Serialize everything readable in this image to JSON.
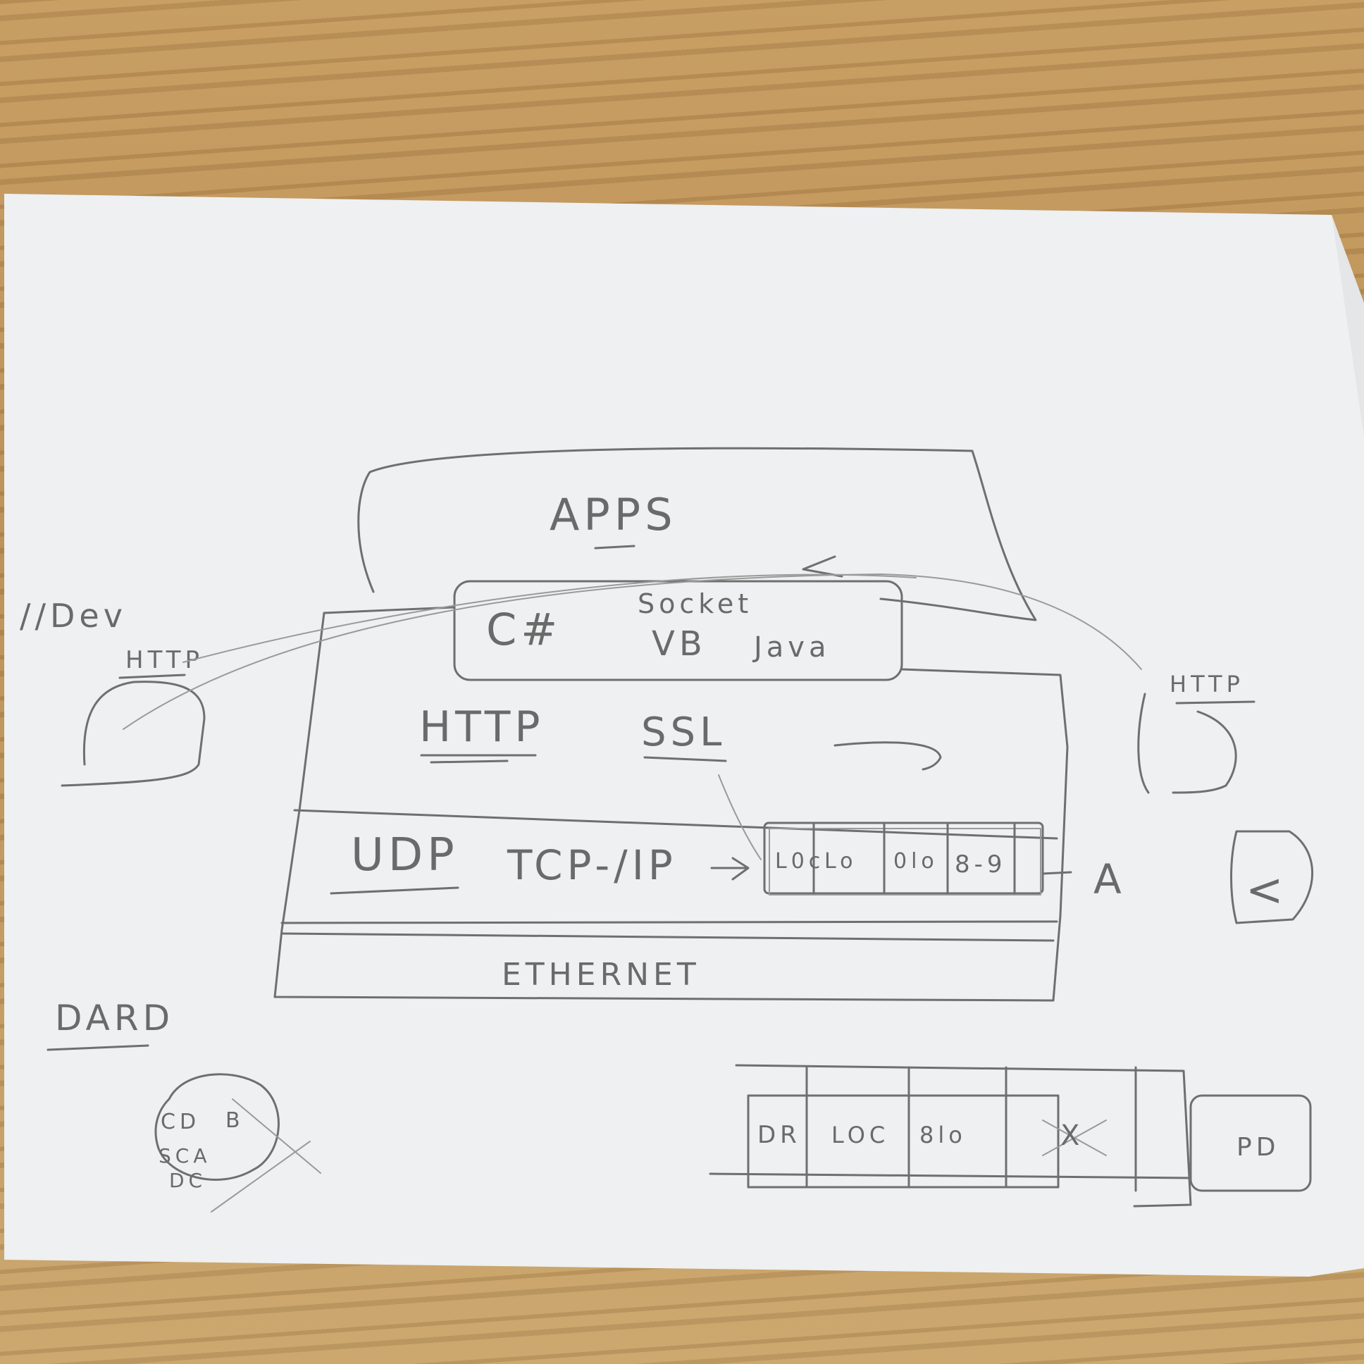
{
  "diagram": {
    "apps": "APPS",
    "languages": {
      "csharp": "C#",
      "socket": "Socket",
      "vb": "VB",
      "java": "Java"
    },
    "protocols": {
      "http": "HTTP",
      "ssl": "SSL"
    },
    "transport": {
      "udp": "UDP",
      "tcpip": "TCP-/IP"
    },
    "packet_cells": [
      "L0c",
      "Lo",
      "0lo",
      "8-9"
    ],
    "a_label": "A",
    "link_layer": "ETHERNET",
    "left_node": {
      "comment": "//Dev",
      "label": "HTTP"
    },
    "right_node": {
      "label": "HTTP"
    },
    "right_button_symbol": "<",
    "bottom_left_label": "DARD",
    "bottom_left_scribble": [
      "CD",
      "B",
      "SCA",
      "DC"
    ],
    "bottom_strip_cells": [
      "DR",
      "LOC",
      "8lo",
      "X",
      "",
      "PD"
    ]
  }
}
